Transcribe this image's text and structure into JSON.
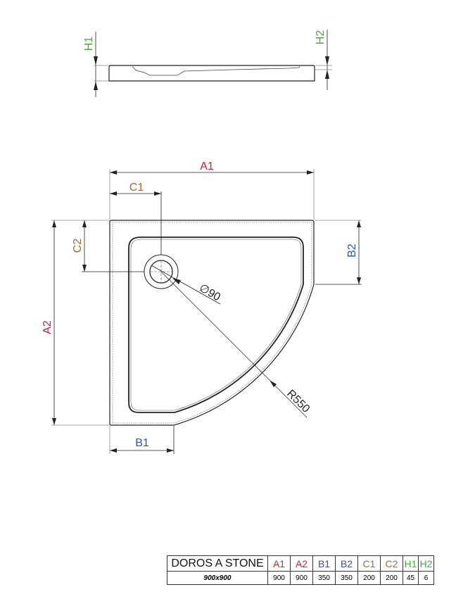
{
  "colors": {
    "A": "#d0202e",
    "B": "#2a55a8",
    "C": "#a86a2e",
    "H": "#4aa83a",
    "line": "#222222"
  },
  "labels": {
    "H1": "H1",
    "H2": "H2",
    "A1": "A1",
    "A2": "A2",
    "B1": "B1",
    "B2": "B2",
    "C1": "C1",
    "C2": "C2",
    "drain_diameter": "∅90",
    "radius": "R550"
  },
  "table": {
    "product_name": "DOROS A STONE",
    "model": "900x900",
    "columns": [
      {
        "key": "A1",
        "value": "900"
      },
      {
        "key": "A2",
        "value": "900"
      },
      {
        "key": "B1",
        "value": "350"
      },
      {
        "key": "B2",
        "value": "350"
      },
      {
        "key": "C1",
        "value": "200"
      },
      {
        "key": "C2",
        "value": "200"
      },
      {
        "key": "H1",
        "value": "45"
      },
      {
        "key": "H2",
        "value": "6"
      }
    ]
  }
}
